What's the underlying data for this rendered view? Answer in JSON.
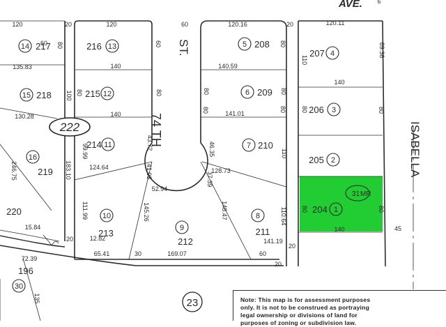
{
  "streets": {
    "ave": "AVE.",
    "st74_a": "ST.",
    "st74_b": "74 TH",
    "isabella": "ISABELLA"
  },
  "highlight_color": "#22cc33",
  "parcels": [
    {
      "num": "14",
      "addr": "217"
    },
    {
      "num": "15",
      "addr": "218"
    },
    {
      "num": "16",
      "addr": "219"
    },
    {
      "num": "",
      "addr": "220"
    },
    {
      "num": "30",
      "addr": "196"
    },
    {
      "num": "13",
      "addr": "216"
    },
    {
      "num": "12",
      "addr": "215"
    },
    {
      "num": "11",
      "addr": "214"
    },
    {
      "num": "10",
      "addr": "213"
    },
    {
      "num": "9",
      "addr": "212"
    },
    {
      "num": "8",
      "addr": "211"
    },
    {
      "num": "5",
      "addr": "208"
    },
    {
      "num": "6",
      "addr": "209"
    },
    {
      "num": "7",
      "addr": "210"
    },
    {
      "num": "4",
      "addr": "207"
    },
    {
      "num": "3",
      "addr": "206"
    },
    {
      "num": "2",
      "addr": "205"
    },
    {
      "num": "1",
      "addr": "204"
    }
  ],
  "block_numbers": {
    "block_222": "222",
    "block_23": "23"
  },
  "mr_label": {
    "num": "31",
    "suffix": "MR"
  },
  "dimensions": [
    "120",
    "20",
    "80",
    "60",
    "120",
    "60",
    "60",
    "120.16",
    "80",
    "20",
    "120.11",
    "89.36",
    "6",
    "135.83",
    "100",
    "140",
    "110",
    "140.59",
    "80",
    "140",
    "80",
    "80",
    "80",
    "80",
    "130.28",
    "140",
    "141.01",
    "80",
    "80",
    "80",
    "183.10",
    "99.99",
    "43.72",
    "46.35",
    "110",
    "246.75",
    "124.64",
    "41.03",
    "37.39",
    "128.73",
    "52.94",
    "111.99",
    "145.26",
    "148.47",
    "110.64",
    "80",
    "80",
    "15.84",
    "12.82",
    "20",
    "140",
    "45",
    "65.41",
    "30",
    "169.07",
    "60",
    "141.19",
    "20",
    "72.39",
    "20",
    "135"
  ],
  "note": {
    "line1": "Note: This map is for assessment purposes",
    "line2": "only. It is not to be construed as portraying",
    "line3": "legal ownership or divisions of land for",
    "line4": "purposes of zoning or subdivision law."
  }
}
